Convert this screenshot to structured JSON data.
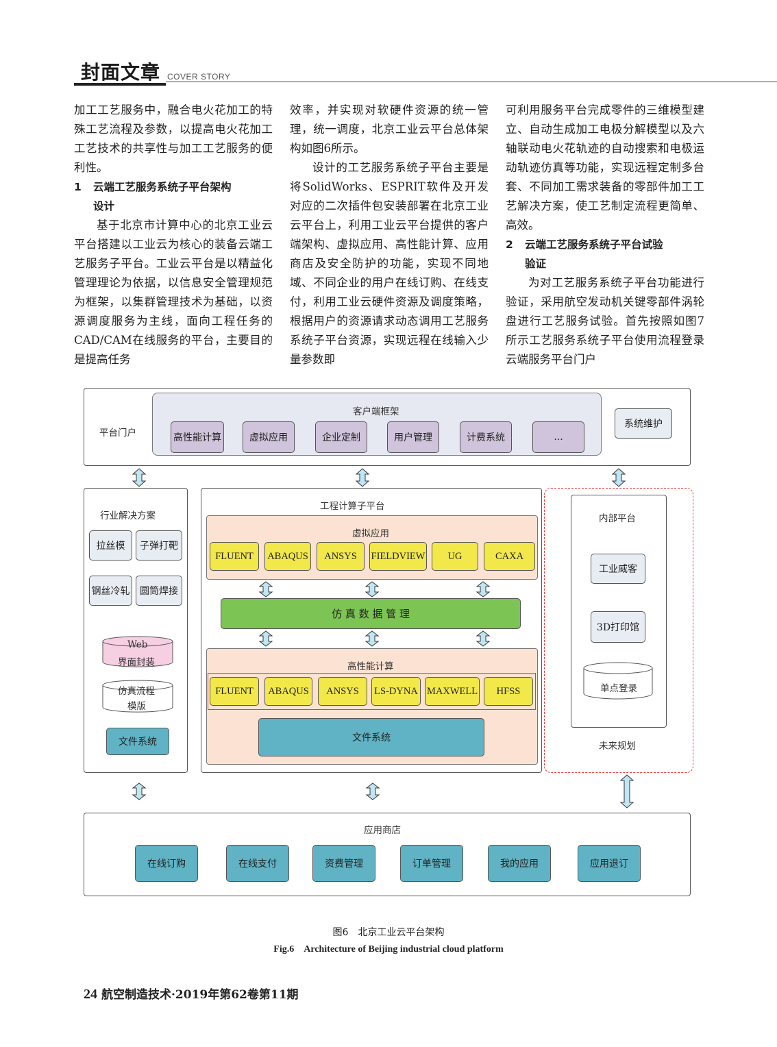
{
  "header": {
    "title": "封面文章",
    "subtitle": "COVER STORY"
  },
  "columns": {
    "col1": {
      "p1": "加工工艺服务中，融合电火花加工的特殊工艺流程及参数，以提高电火花加工工艺技术的共享性与加工工艺服务的便利性。",
      "sec1_num": "1",
      "sec1_line1": "云端工艺服务系统子平台架构",
      "sec1_line2": "设计",
      "p2": "基于北京市计算中心的北京工业云平台搭建以工业云为核心的装备云端工艺服务子平台。工业云平台是以精益化管理理论为依据，以信息安全管理规范为框架，以集群管理技术为基础，以资源调度服务为主线，面向工程任务的CAD/CAM在线服务的平台，主要目的是提高任务"
    },
    "col2": {
      "p1": "效率，并实现对软硬件资源的统一管理，统一调度，北京工业云平台总体架构如图6所示。",
      "p2": "设计的工艺服务系统子平台主要是将SolidWorks、ESPRIT软件及开发对应的二次插件包安装部署在北京工业云平台上，利用工业云平台提供的客户端架构、虚拟应用、高性能计算、应用商店及安全防护的功能，实现不同地域、不同企业的用户在线订购、在线支付，利用工业云硬件资源及调度策略，根据用户的资源请求动态调用工艺服务系统子平台资源，实现远程在线输入少量参数即"
    },
    "col3": {
      "p1": "可利用服务平台完成零件的三维模型建立、自动生成加工电极分解模型以及六轴联动电火花轨迹的自动搜索和电极运动轨迹仿真等功能，实现远程定制多台套、不同加工需求装备的零部件加工工艺解决方案，使工艺制定流程更简单、高效。",
      "sec2_num": "2",
      "sec2_line1": "云端工艺服务系统子平台试验",
      "sec2_line2": "验证",
      "p2": "为对工艺服务系统子平台功能进行验证，采用航空发动机关键零部件涡轮盘进行工艺服务试验。首先按照如图7所示工艺服务系统子平台使用流程登录云端服务平台门户"
    }
  },
  "figure": {
    "portal": {
      "label": "平台门户",
      "client_title": "客户端框架",
      "client_items": [
        "高性能计算",
        "虚拟应用",
        "企业定制",
        "用户管理",
        "计费系统",
        "..."
      ],
      "maintenance": "系统维护"
    },
    "industry": {
      "title": "行业解决方案",
      "items": [
        "拉丝模",
        "子弹打靶",
        "钢丝冷轧",
        "圆筒焊接"
      ],
      "web_line1": "Web",
      "web_line2": "界面封装",
      "flow_line1": "仿真流程",
      "flow_line2": "模版",
      "filesystem": "文件系统"
    },
    "engineering": {
      "title": "工程计算子平台",
      "virtual_title": "虚拟应用",
      "virtual_items": [
        "FLUENT",
        "ABAQUS",
        "ANSYS",
        "FIELDVIEW",
        "UG",
        "CAXA"
      ],
      "sim_data": "仿 真 数 据 管 理",
      "hpc_title": "高性能计算",
      "hpc_items": [
        "FLUENT",
        "ABAQUS",
        "ANSYS",
        "LS-DYNA",
        "MAXWELL",
        "HFSS"
      ],
      "filesystem": "文件系统"
    },
    "internal": {
      "title": "内部平台",
      "items": [
        "工业威客",
        "3D打印馆"
      ],
      "sso": "单点登录",
      "future": "未来规划"
    },
    "store": {
      "title": "应用商店",
      "items": [
        "在线订购",
        "在线支付",
        "资费管理",
        "订单管理",
        "我的应用",
        "应用退订"
      ]
    },
    "colors": {
      "purple": "#cfc4db",
      "yellow": "#f2e84a",
      "green": "#7cc453",
      "teal": "#5fb3c4",
      "peach": "#fbe2d3",
      "pink": "#f6cfe3",
      "arrow": "#bfe6f3"
    }
  },
  "caption": {
    "cn": "图6　北京工业云平台架构",
    "en": "Fig.6　Architecture of Beijing industrial cloud platform"
  },
  "footer": {
    "page": "24",
    "journal": "航空制造技术·2019年第62卷第11期"
  }
}
